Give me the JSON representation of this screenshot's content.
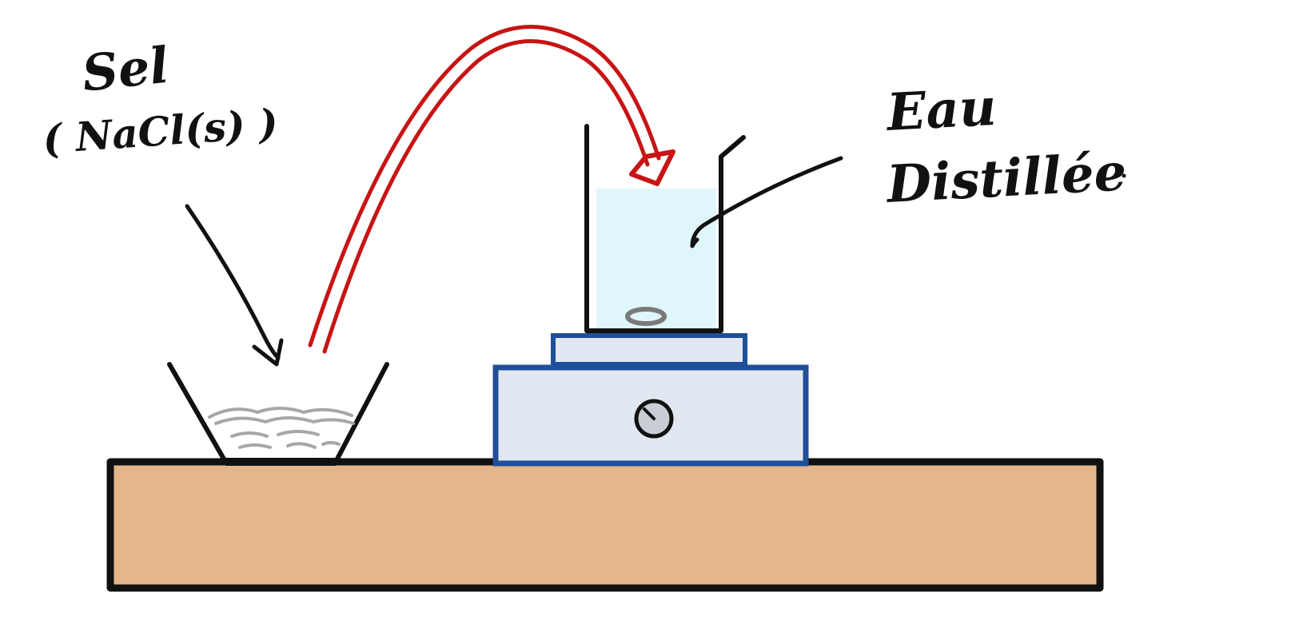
{
  "labels": {
    "salt_name": "Sel",
    "salt_formula": "( NaCl(s) )",
    "water_line1": "Eau",
    "water_line2": "Distillée"
  },
  "colors": {
    "table_wood": "#e3b68c",
    "outline": "#111111",
    "transfer_arrow": "#c81414",
    "water": "#dff6fb",
    "stirrer_frame": "#1f4f99",
    "stirrer_body": "#e2e8f1",
    "salt_grains": "#a7a7a7",
    "stir_bar": "#7a7a7a"
  }
}
